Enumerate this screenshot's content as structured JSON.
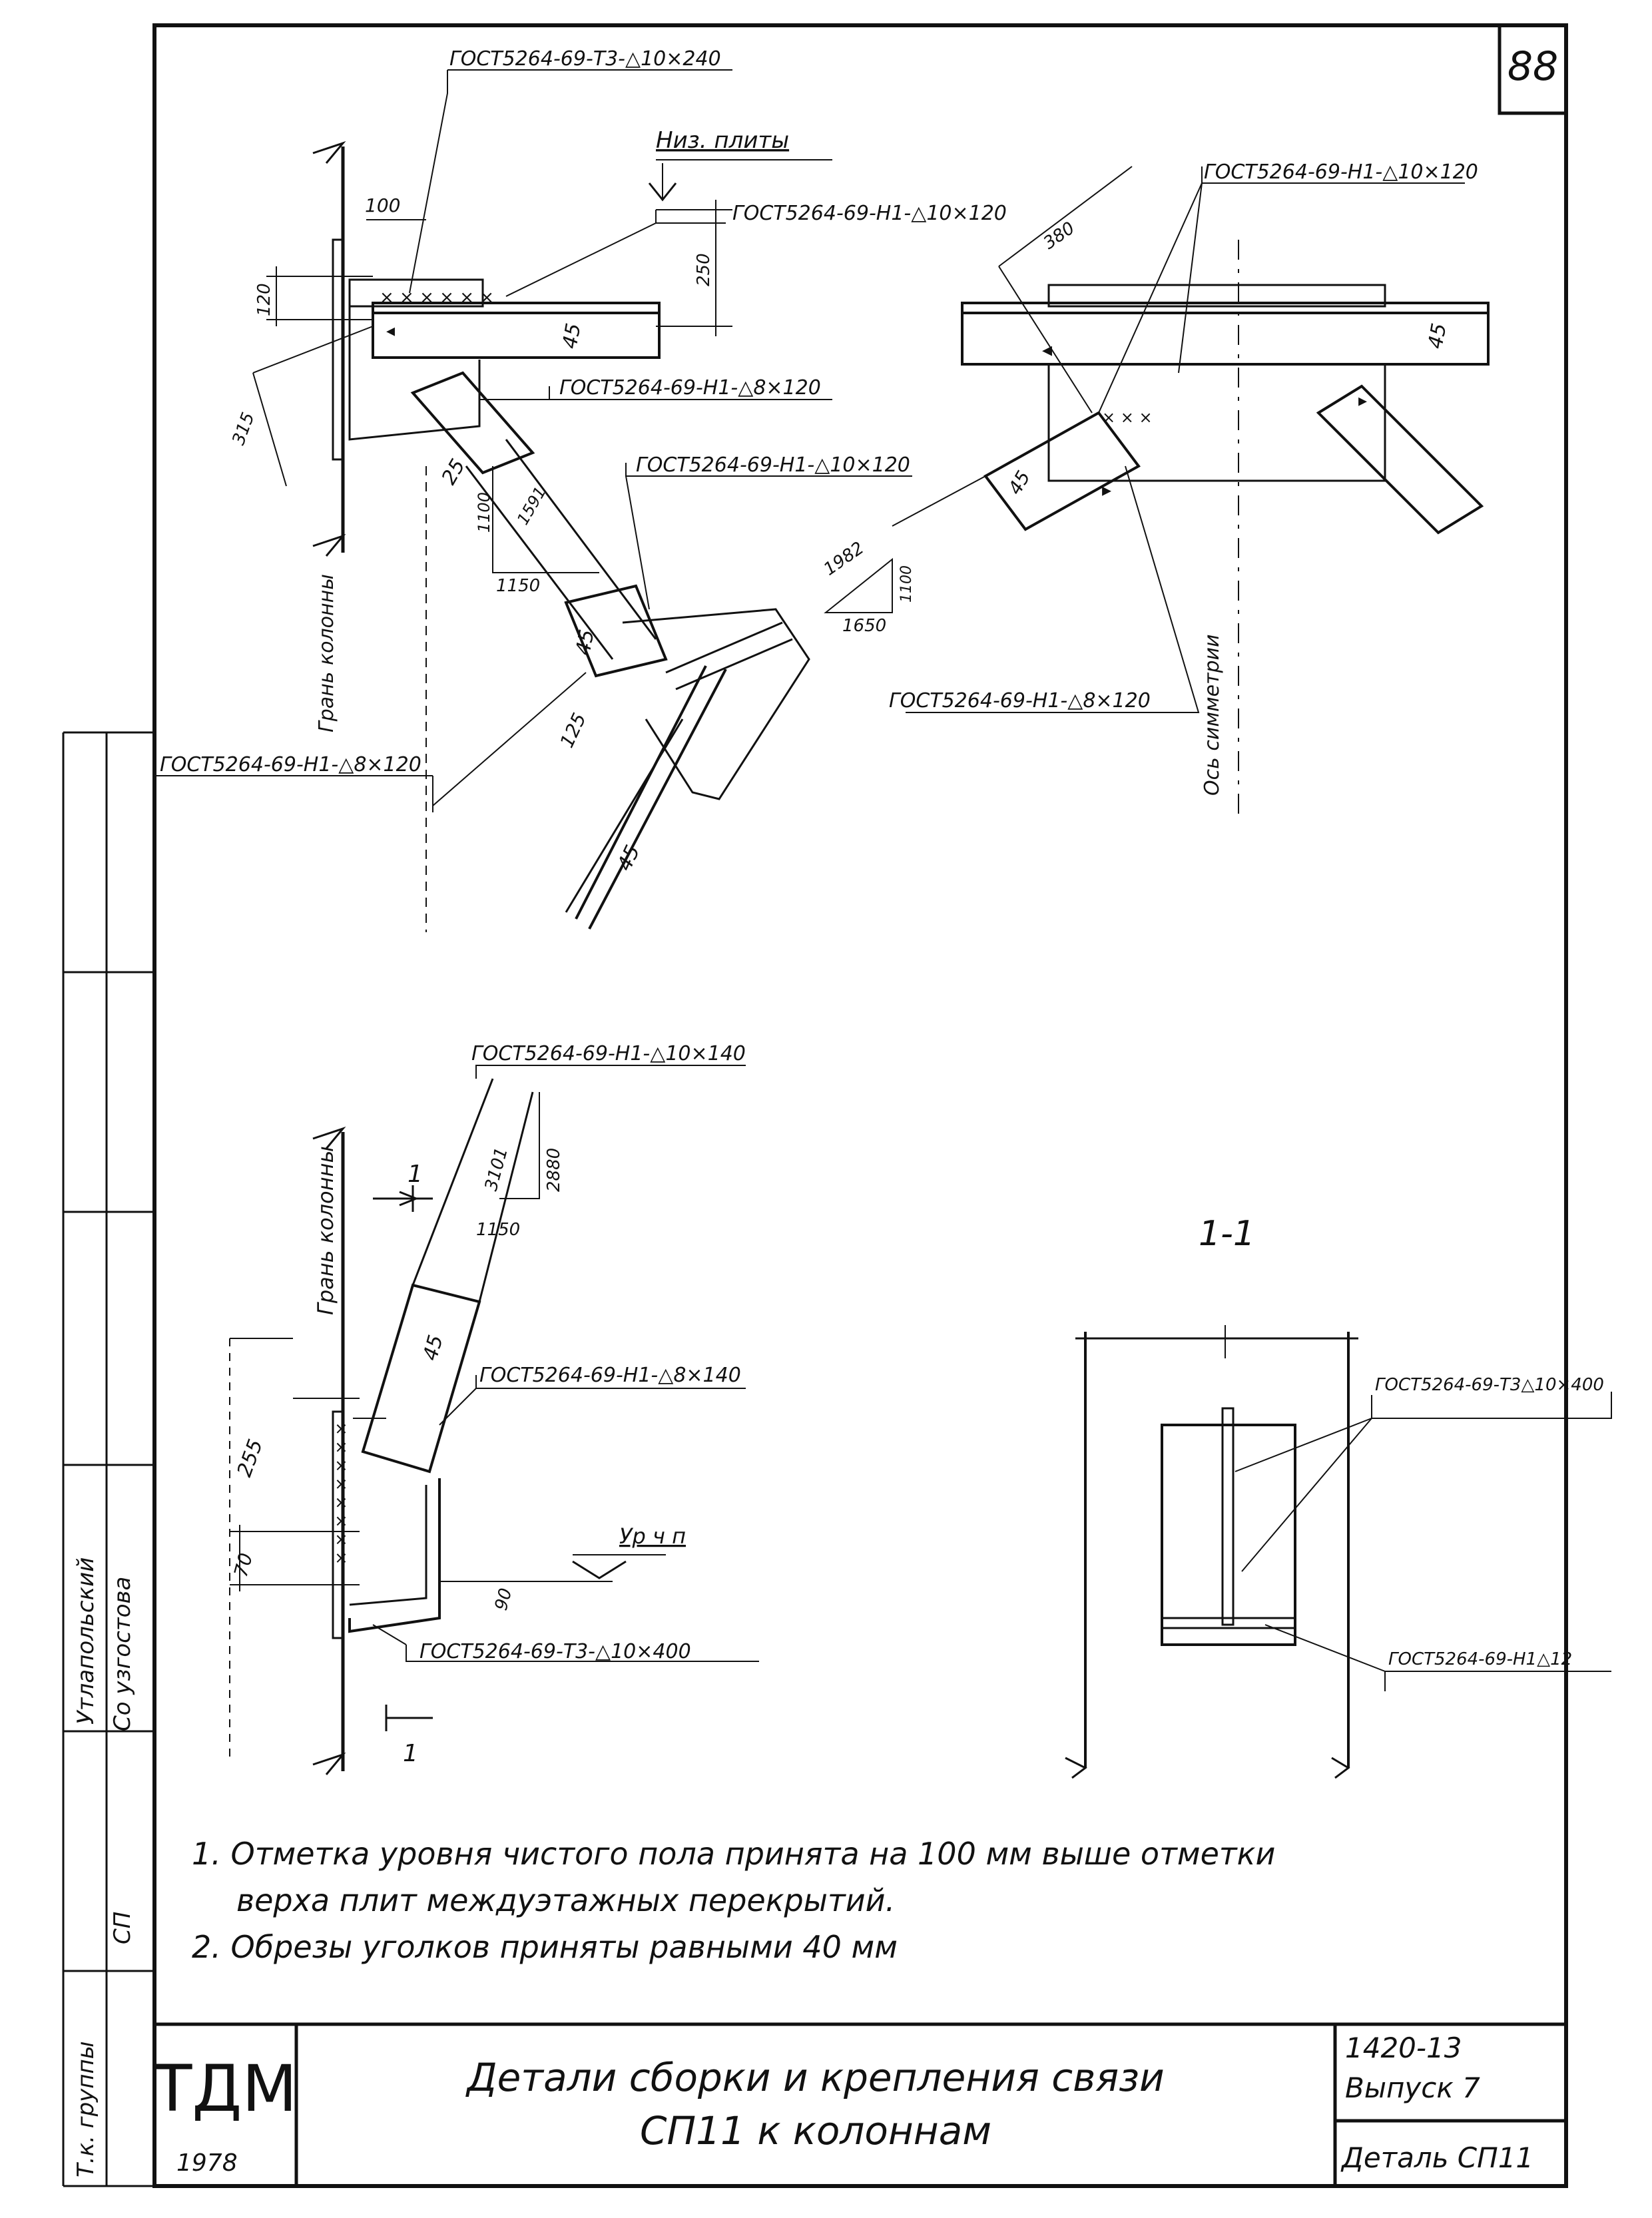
{
  "sheet_number": "88",
  "detail_top_left": {
    "callout_top": "ГОСТ5264-69-Т3-△10×240",
    "dim_100": "100",
    "level_label": "Низ. плиты",
    "callout_h1_10x120": "ГОСТ5264-69-Н1-△10×120",
    "dim_250": "250",
    "dim_120": "120",
    "angle_45_a": "45",
    "dim_315": "315",
    "callout_h1_8x120_a": "ГОСТ5264-69-Н1-△8×120",
    "angle_25": "25",
    "callout_h1_10x120_b": "ГОСТ5264-69-Н1-△10×120",
    "slope_1100": "1100",
    "slope_1591": "1591",
    "slope_1150": "1150",
    "angle_45_b": "45",
    "dim_125": "125",
    "angle_45_c": "45",
    "face_label": "Грань колонны",
    "callout_h1_8x120_b": "ГОСТ5264-69-Н1-△8×120"
  },
  "detail_top_right": {
    "callout_h1_10x120": "ГОСТ5264-69-Н1-△10×120",
    "dim_380": "380",
    "angle_45_a": "45",
    "angle_45_b": "45",
    "slope_1982": "1982",
    "slope_1100": "1100",
    "slope_1650": "1650",
    "callout_h1_8x120": "ГОСТ5264-69-Н1-△8×120",
    "axis_label": "Ось симметрии"
  },
  "detail_bottom_left": {
    "callout_h1_10x140": "ГОСТ5264-69-Н1-△10×140",
    "slope_3101": "3101",
    "slope_2880": "2880",
    "slope_1150": "1150",
    "section_mark_top": "1",
    "face_label": "Грань колонны",
    "angle_45": "45",
    "callout_h1_8x140": "ГОСТ5264-69-Н1-△8×140",
    "dim_255": "255",
    "dim_70": "70",
    "level_label": "Ур ч п",
    "dim_90": "90",
    "callout_t3_10x400": "ГОСТ5264-69-Т3-△10×400",
    "section_mark_bottom": "1"
  },
  "section_1_1": {
    "title": "1-1",
    "callout_t3": "ГОСТ5264-69-Т3△10×400",
    "callout_h1": "ГОСТ5264-69-Н1△12"
  },
  "notes": [
    "1. Отметка уровня чистого пола принята на 100 мм выше отметки",
    "верха плит междуэтажных перекрытий.",
    "2. Обрезы уголков приняты равными 40 мм"
  ],
  "title_block": {
    "org": "ТДМ",
    "year": "1978",
    "title_line1": "Детали сборки и крепления связи",
    "title_line2": "СП11  к колоннам",
    "series": "1420-13",
    "issue": "Выпуск 7",
    "detail": "Деталь СП11"
  },
  "side_stamp": {
    "row1": "Утлапольский",
    "row2": "Со узгостова",
    "row3": "СП",
    "row4": "Т.к. группы"
  },
  "colors": {
    "ink": "#111111",
    "paper": "#ffffff"
  }
}
